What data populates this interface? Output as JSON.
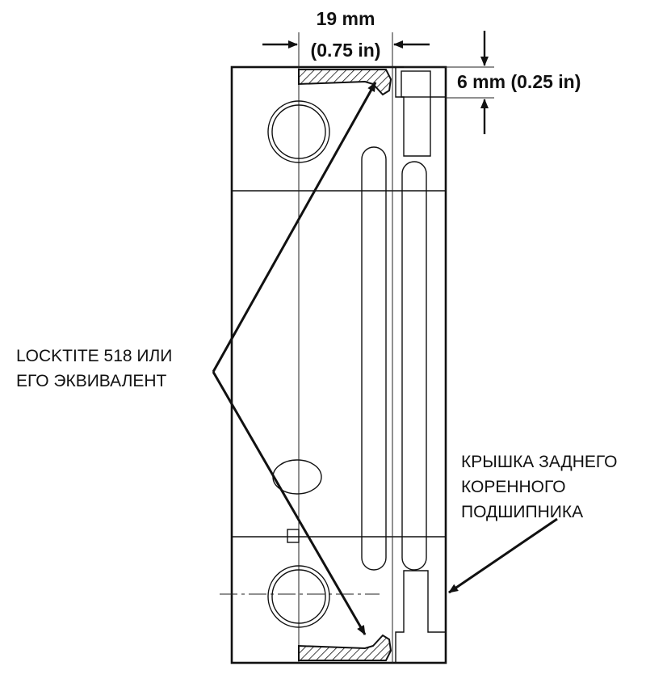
{
  "dimensions": {
    "width_mm": "19 mm",
    "width_in": "(0.75 in)",
    "depth": "6 mm (0.25 in)"
  },
  "callouts": {
    "sealant": {
      "line1": "LOCKTITE 518 ИЛИ",
      "line2": "ЕГО ЭКВИВАЛЕНТ"
    },
    "part": {
      "line1": "КРЫШКА ЗАДНЕГО",
      "line2": "КОРЕННОГО",
      "line3": "ПОДШИПНИКА"
    }
  }
}
